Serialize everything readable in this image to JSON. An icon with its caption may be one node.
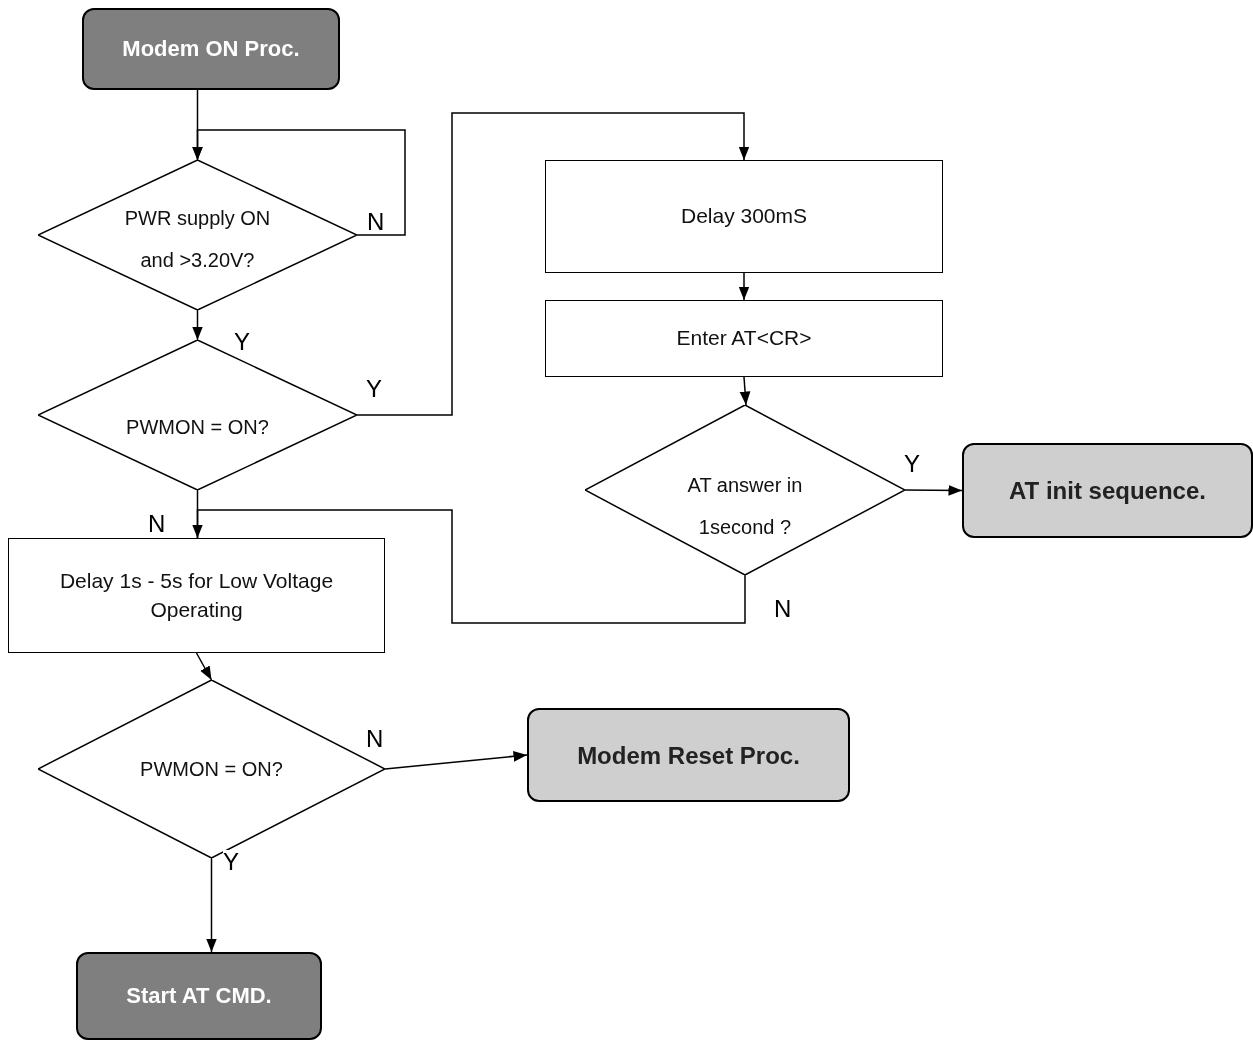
{
  "diagram": {
    "nodes": [
      {
        "text": [
          "**Modem ON Proc**."
        ]
      },
      {
        "text": [
          "PWR supply ON and >3.20V?"
        ]
      },
      {
        "text": [
          "PWMON = ON?"
        ]
      },
      {
        "text": [
          "Delay 300mS"
        ]
      },
      {
        "text": [
          "Enter AT<CR>"
        ]
      },
      {
        "text": [
          "AT answer in 1second ?"
        ]
      },
      {
        "text": [
          "AT init sequence."
        ]
      },
      {
        "text": [
          "Delay 1s - 5s for Low Voltage Operating"
        ]
      },
      {
        "text": [
          "PWMON = ON?"
        ]
      },
      {
        "text": [
          "Modem Reset Proc."
        ]
      },
      {
        "text": [
          "**Start AT CMD**."
        ]
      }
    ],
    "edges": [
      {
        "from": 0,
        "to": 1,
        "arrow": "to"
      },
      {
        "from": 1,
        "to": 1,
        "arrow": "to",
        "label": "N"
      },
      {
        "from": 1,
        "to": 2,
        "arrow": "to",
        "label": "Y"
      },
      {
        "from": 2,
        "to": 3,
        "arrow": "to",
        "label": "Y"
      },
      {
        "from": 2,
        "to": 7,
        "arrow": "none",
        "label": "N"
      },
      {
        "from": 3,
        "to": 4,
        "arrow": "to"
      },
      {
        "from": 4,
        "to": 5,
        "arrow": "to"
      },
      {
        "from": 5,
        "to": 6,
        "arrow": "to",
        "label": "Y"
      },
      {
        "from": 5,
        "to": 7,
        "arrow": "to",
        "label": "N"
      },
      {
        "from": 7,
        "to": 8,
        "arrow": "to"
      },
      {
        "from": 8,
        "to": 9,
        "arrow": "to",
        "label": "N"
      },
      {
        "from": 8,
        "to": 10,
        "arrow": "to",
        "label": "Y"
      }
    ]
  }
}
